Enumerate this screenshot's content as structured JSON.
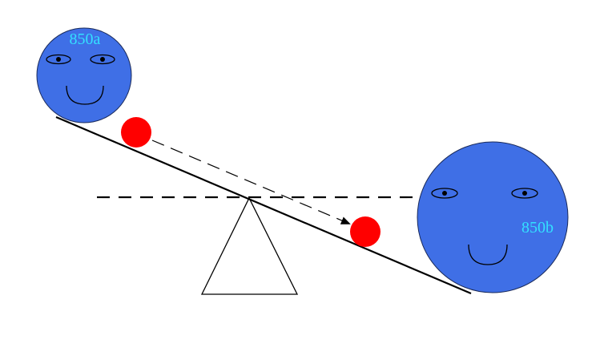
{
  "diagram": {
    "faces": [
      {
        "id": "left-face",
        "label": "850a"
      },
      {
        "id": "right-face",
        "label": "850b"
      }
    ],
    "colors": {
      "face_fill": "#3f6fe6",
      "face_stroke": "#1a2a5a",
      "label": "#33e0ff",
      "ball_fill": "#ff0000",
      "line": "#000000",
      "background": "#ffffff"
    }
  }
}
